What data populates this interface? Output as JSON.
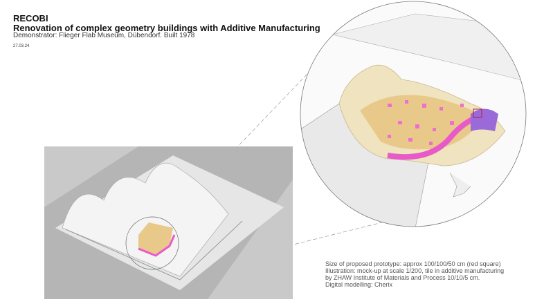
{
  "header": {
    "project": "RECOBI",
    "title": "Renovation of complex geometry buildings with Additive Manufacturing",
    "subtitle": "Demonstrator: Flieger Flab Museum, Dübendorf. Built 1978",
    "date": "27.03.24"
  },
  "caption": {
    "lines": [
      "Size of proposed prototype: approx 100/100/50 cm (red square)",
      "Illustration: mock-up at scale 1/200, tile in additive manufacturing",
      "by ZHAW Institute of Materials and Process 10/10/5 cm.",
      "Digital modelling: Cherix"
    ]
  },
  "colors": {
    "tile_fill": "#e8c98a",
    "accent_pink": "#e85ac8",
    "accent_purple": "#9a6ad8"
  }
}
